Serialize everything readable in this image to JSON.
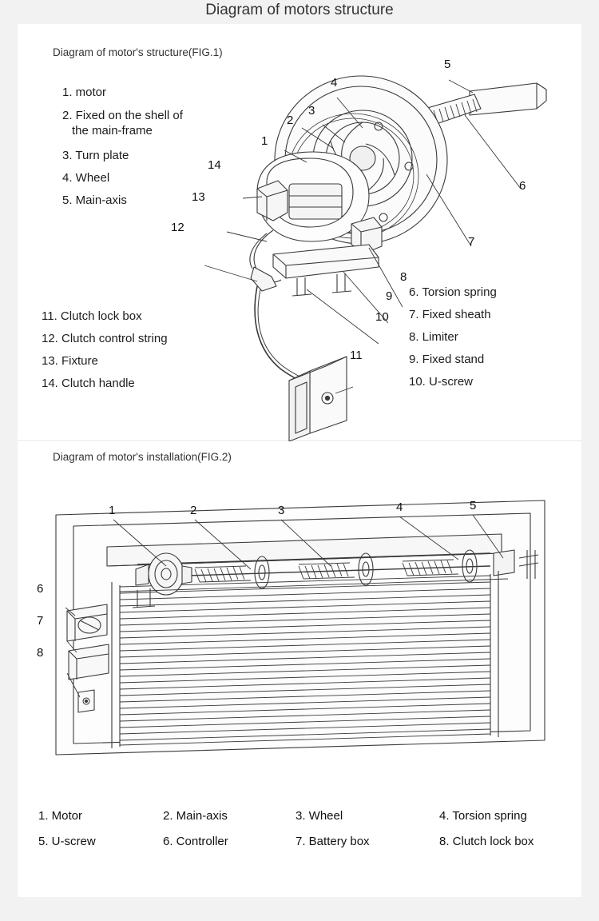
{
  "title": "Diagram of motors structure",
  "fig1": {
    "caption": "Diagram of motor's structure(FIG.1)",
    "legend_left": [
      "1. motor",
      "2. Fixed on the shell of",
      "the main-frame",
      "3. Turn plate",
      "4. Wheel",
      "5. Main-axis"
    ],
    "legend_left_lower": [
      "11. Clutch lock box",
      "12. Clutch control string",
      "13. Fixture",
      "14. Clutch handle"
    ],
    "legend_right_lower": [
      "6. Torsion spring",
      "7. Fixed sheath",
      "8. Limiter",
      "9. Fixed stand",
      "10. U-screw"
    ],
    "callouts": [
      "1",
      "2",
      "3",
      "4",
      "5",
      "6",
      "7",
      "8",
      "9",
      "10",
      "11",
      "12",
      "13",
      "14"
    ]
  },
  "fig2": {
    "caption": "Diagram of motor's installation(FIG.2)",
    "callouts": [
      "1",
      "2",
      "3",
      "4",
      "5",
      "6",
      "7",
      "8"
    ],
    "legend": [
      "1. Motor",
      "2. Main-axis",
      "3. Wheel",
      "4. Torsion spring",
      "5. U-screw",
      "6. Controller",
      "7.  Battery box",
      "8. Clutch lock box"
    ]
  },
  "colors": {
    "page_bg": "#f2f2f2",
    "panel_bg": "#ffffff",
    "text": "#1c1c1c",
    "line": "#3a3a3a"
  }
}
